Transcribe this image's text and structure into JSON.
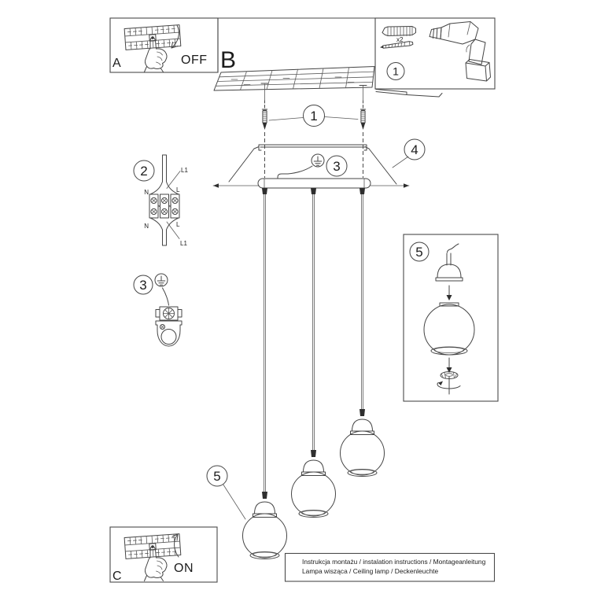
{
  "panel_a": {
    "label": "A",
    "action": "OFF"
  },
  "panel_b": {
    "label": "B"
  },
  "panel_c": {
    "label": "C",
    "action": "ON"
  },
  "tools_panel": {
    "step": "1",
    "anchor_qty": "x2"
  },
  "steps": {
    "anchors": "1",
    "terminal_block": "2",
    "ground_main": "3",
    "ground_detail": "3",
    "canopy": "4",
    "shade_main": "5",
    "shade_panel": "5"
  },
  "wiring": {
    "n_top": "N",
    "l_top": "L",
    "l1_top": "L1",
    "n_bottom": "N",
    "l_bottom": "L",
    "l1_bottom": "L1"
  },
  "footer": {
    "line1": "Instrukcja montażu / instalation instructions / Montageanleitung",
    "line2": "Lampa wisząca / Ceiling lamp / Deckenleuchte"
  }
}
